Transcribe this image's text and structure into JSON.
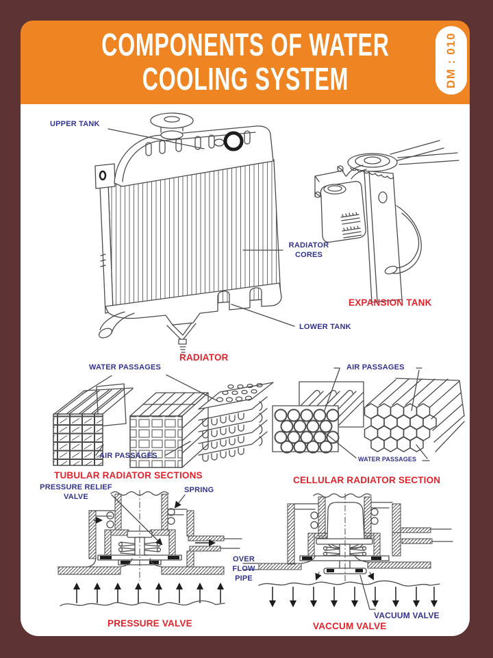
{
  "header": {
    "title_line1": "COMPONENTS OF WATER",
    "title_line2": "COOLING SYSTEM",
    "badge": "DM : 010"
  },
  "colors": {
    "frame": "#5d3433",
    "header_bg": "#ee8522",
    "panel_bg": "#ffffff",
    "label_navy": "#32338e",
    "label_red": "#e3232b",
    "line_art": "#4a4a4a"
  },
  "figures": {
    "radiator": {
      "caption": "RADIATOR",
      "labels": {
        "upper_tank": "UPPER TANK",
        "radiator_cores": "RADIATOR CORES",
        "lower_tank": "LOWER TANK"
      }
    },
    "expansion_tank": {
      "caption": "EXPANSION TANK"
    },
    "tubular_sections": {
      "caption": "TUBULAR RADIATOR SECTIONS",
      "labels": {
        "water_passages": "WATER PASSAGES",
        "air_passages": "AIR PASSAGES"
      }
    },
    "cellular_section": {
      "caption": "CELLULAR RADIATOR SECTION",
      "labels": {
        "air_passages": "AIR PASSAGES",
        "water_passages": "WATER PASSAGES"
      }
    },
    "pressure_valve": {
      "caption": "PRESSURE VALVE",
      "labels": {
        "pressure_relief_valve": "PRESSURE RELIEF VALVE",
        "spring": "SPRING",
        "over_flow_pipe": "OVER FLOW PIPE"
      }
    },
    "vacuum_valve": {
      "caption": "VACCUM VALVE",
      "labels": {
        "vacuum_valve": "VACUUM VALVE"
      }
    }
  }
}
